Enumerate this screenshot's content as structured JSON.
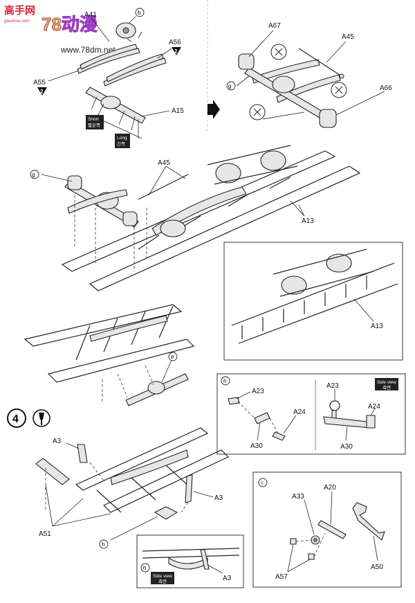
{
  "watermark": {
    "brand_cn": "高手网",
    "brand_url": "gaoshou.com",
    "site_cn": "78动漫",
    "site_url": "www.78dm.net"
  },
  "step": {
    "number": "4"
  },
  "labels": {
    "a41": "A41",
    "a56": "A56",
    "a55": "A55",
    "a15": "A15",
    "a67": "A67",
    "a45_top": "A45",
    "a66": "A66",
    "a45_mid": "A45",
    "a13_mid": "A13",
    "a13_inset": "A13",
    "a3_top": "A3",
    "a3_right": "A3",
    "a51": "A51",
    "a3_inset": "A3",
    "a23_h": "A23",
    "a24_h": "A24",
    "a30_h": "A30",
    "a23_side": "A23",
    "a24_side": "A24",
    "a30_side": "A30",
    "a33": "A33",
    "a20": "A20",
    "a50": "A50",
    "a57": "A57"
  },
  "callouts": {
    "b": "b",
    "g_top": "g",
    "g_mid": "g",
    "e": "e",
    "h_box": "h",
    "h_part": "h",
    "h_inset": "h",
    "i_box": "i"
  },
  "quantity_badges": {
    "a56": "2",
    "a55": "2"
  },
  "tags": {
    "short_en": "Short",
    "short_kr": "짧은쪽",
    "long_en": "Long",
    "long_kr": "긴쪽",
    "side_view_en_1": "Side view",
    "side_view_kr_1": "측면",
    "side_view_en_2": "Side view",
    "side_view_kr_2": "측면"
  },
  "colors": {
    "watermark_red": "#d3263a",
    "watermark_yellow": "#f2c200",
    "watermark_purple": "#9b3fbf",
    "ink": "#222222"
  }
}
